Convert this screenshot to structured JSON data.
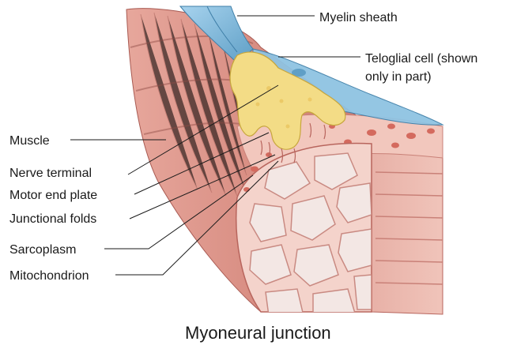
{
  "figure": {
    "caption": "Myoneural junction",
    "labels": {
      "myelin_sheath": "Myelin sheath",
      "teloglial_line1": "Teloglial cell (shown",
      "teloglial_line2": "only in part)",
      "muscle": "Muscle",
      "nerve_terminal": "Nerve terminal",
      "motor_end_plate": "Motor end plate",
      "junctional_folds": "Junctional folds",
      "sarcoplasm": "Sarcoplasm",
      "mitochondrion": "Mitochondrion"
    },
    "colors": {
      "muscle_fiber": "#d98f84",
      "muscle_dark": "#b8655d",
      "myelin": "#7fb8d9",
      "nerve_terminal": "#f3dc86",
      "sarcoplasm": "#f6d7cf",
      "myofibril": "#f2e6e3"
    }
  }
}
